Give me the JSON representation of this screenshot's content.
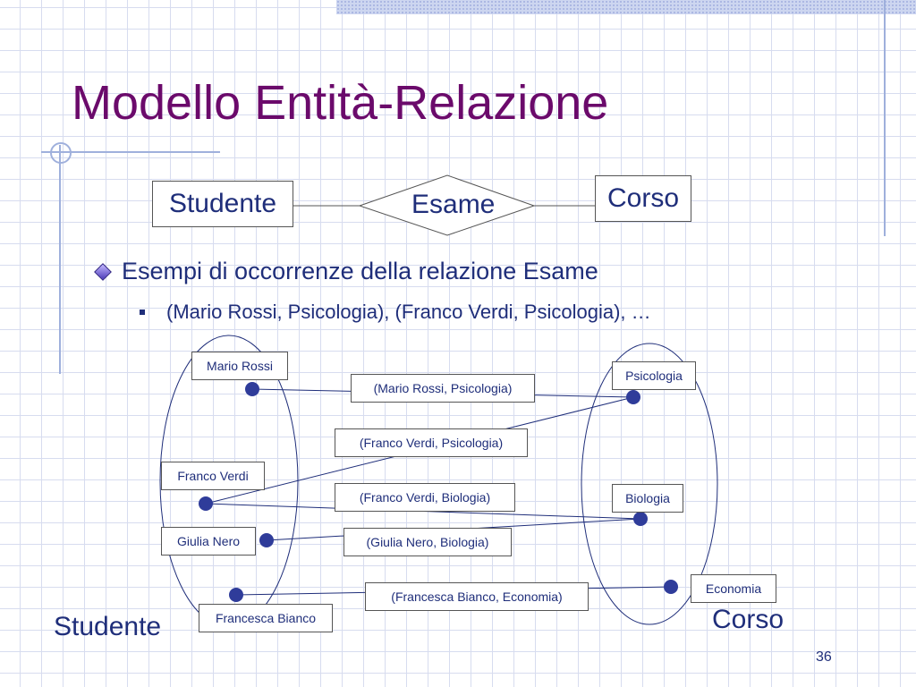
{
  "slide": {
    "title": "Modello Entità-Relazione",
    "page_number": "36"
  },
  "er_schema": {
    "entity_left": "Studente",
    "relationship": "Esame",
    "entity_right": "Corso"
  },
  "bullets": {
    "level1": "Esempi di occorrenze della relazione Esame",
    "level2": "(Mario Rossi, Psicologia), (Franco Verdi, Psicologia), …"
  },
  "diagram": {
    "students": [
      "Mario Rossi",
      "Franco Verdi",
      "Giulia Nero",
      "Francesca Bianco"
    ],
    "courses": [
      "Psicologia",
      "Biologia",
      "Economia"
    ],
    "occurrences": [
      "(Mario Rossi, Psicologia)",
      "(Franco Verdi, Psicologia)",
      "(Franco Verdi, Biologia)",
      "(Giulia Nero, Biologia)",
      "(Francesca Bianco, Economia)"
    ],
    "set_label_students": "Studente",
    "set_label_courses": "Corso"
  },
  "colors": {
    "title": "#6b0a6b",
    "text": "#1f2e7a",
    "grid": "#d7dcef",
    "accent_lines": "#9fb0dc"
  }
}
